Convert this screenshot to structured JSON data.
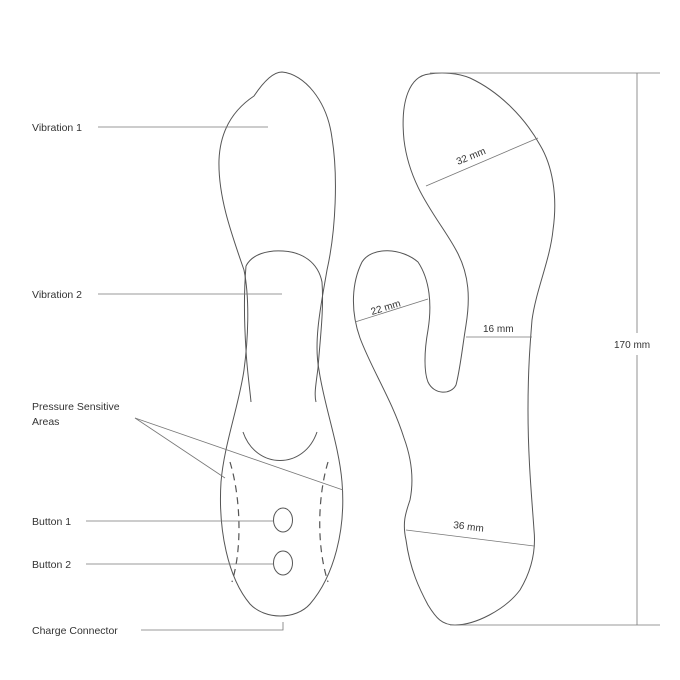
{
  "labels": {
    "vibration_1": "Vibration 1",
    "vibration_2": "Vibration 2",
    "pressure_line1": "Pressure Sensitive",
    "pressure_line2": "Areas",
    "button_1": "Button 1",
    "button_2": "Button 2",
    "charge_connector": "Charge Connector"
  },
  "dimensions": {
    "tip_width": "32 mm",
    "inner_tip_width": "22 mm",
    "neck_width": "16 mm",
    "handle_width": "36 mm",
    "total_length": "170 mm"
  }
}
